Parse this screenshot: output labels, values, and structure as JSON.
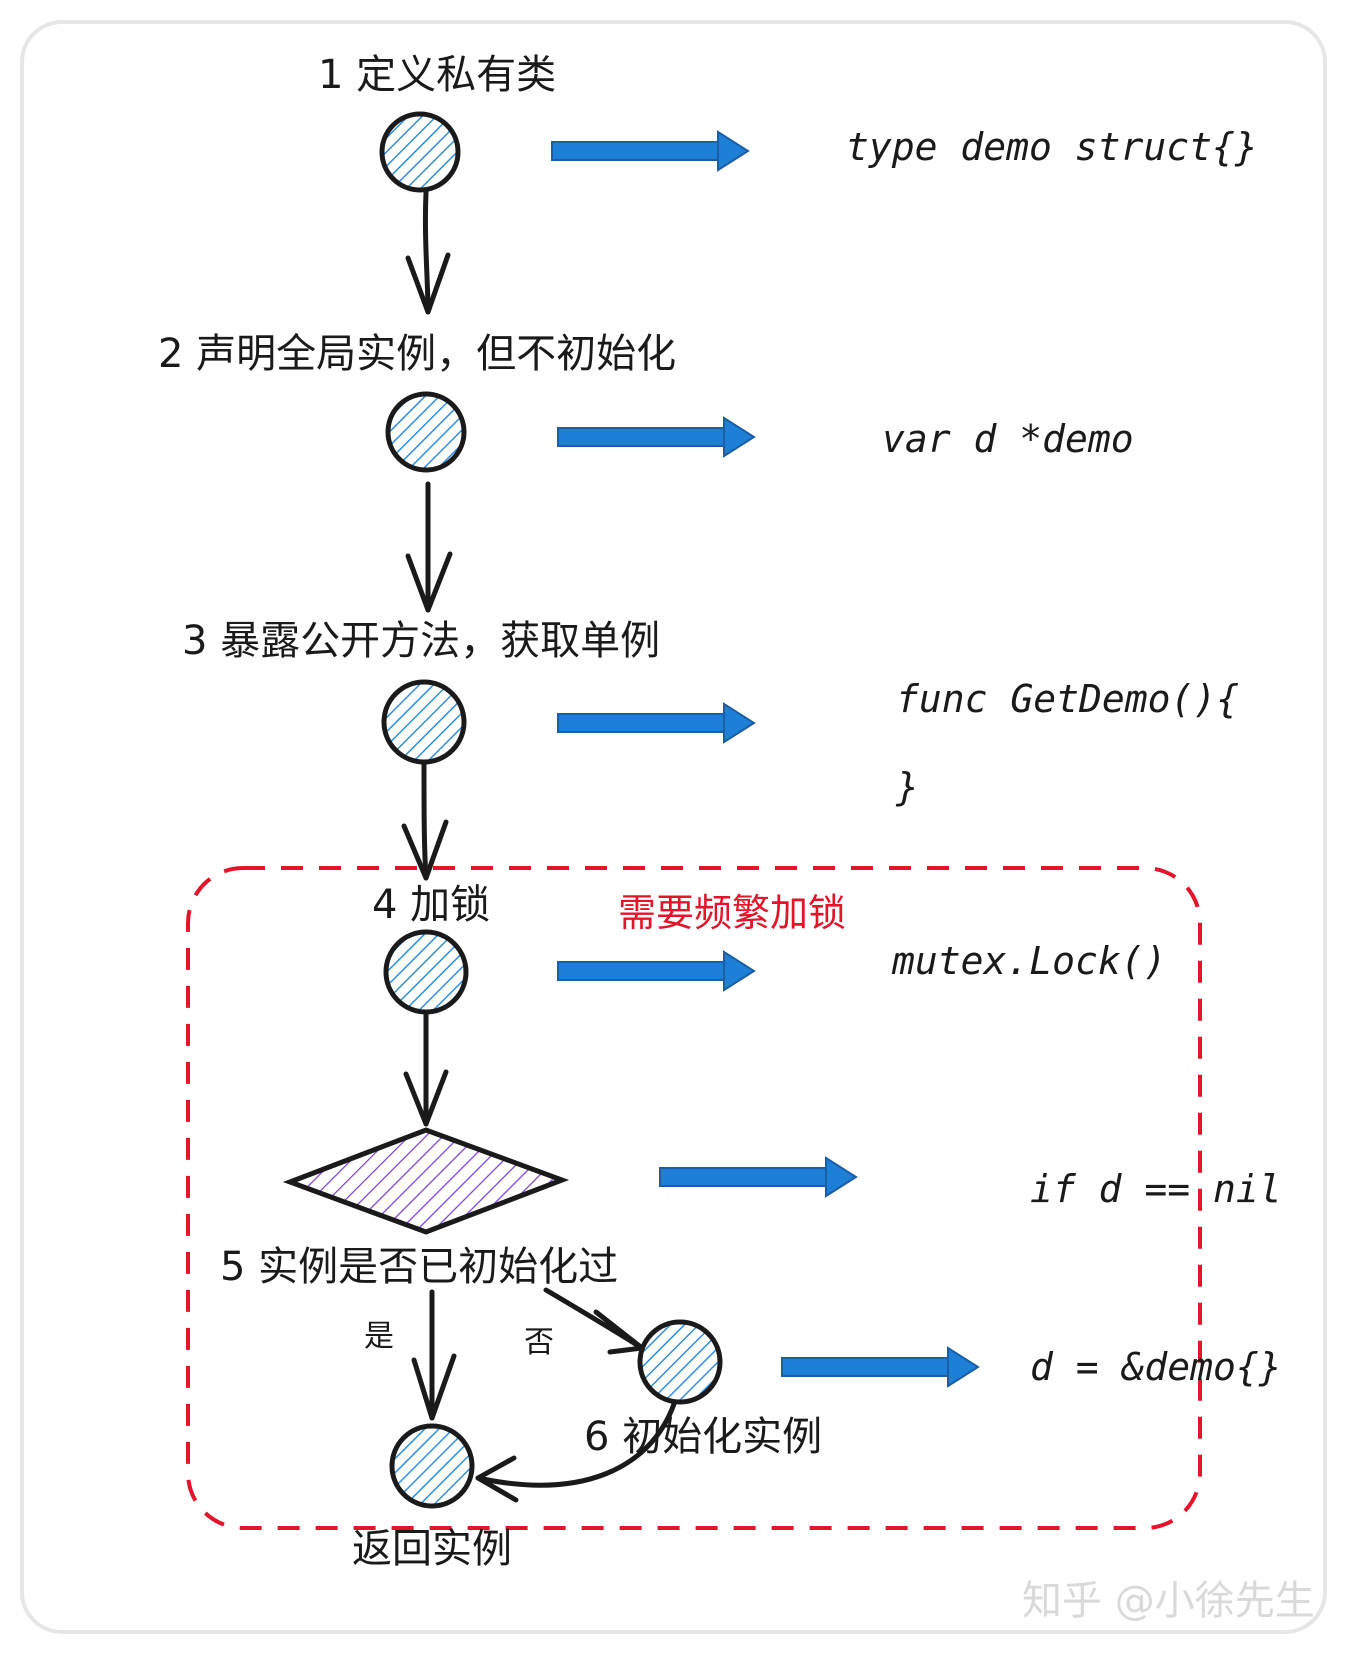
{
  "steps": {
    "s1": "1 定义私有类",
    "s2": "2 声明全局实例，但不初始化",
    "s3": "3 暴露公开方法，获取单例",
    "s4": "4 加锁",
    "s5": "5 实例是否已初始化过",
    "s6": "6 初始化实例",
    "ret": "返回实例"
  },
  "code": {
    "c1": "type demo struct{}",
    "c2": "var d *demo",
    "c3a": "func GetDemo(){",
    "c3b": "}",
    "c4": "mutex.Lock()",
    "c5": "if d == nil",
    "c6": "d = &demo{}"
  },
  "branch": {
    "yes": "是",
    "no": "否"
  },
  "note": "需要频繁加锁",
  "watermark": "知乎 @小徐先生",
  "colors": {
    "blue_arrow": "#1e7fd6",
    "node_hatch": "#2f8fe0",
    "diamond_hatch": "#7b3fe0",
    "dashed_box": "#e3152b",
    "stroke": "#1a1a1a"
  }
}
